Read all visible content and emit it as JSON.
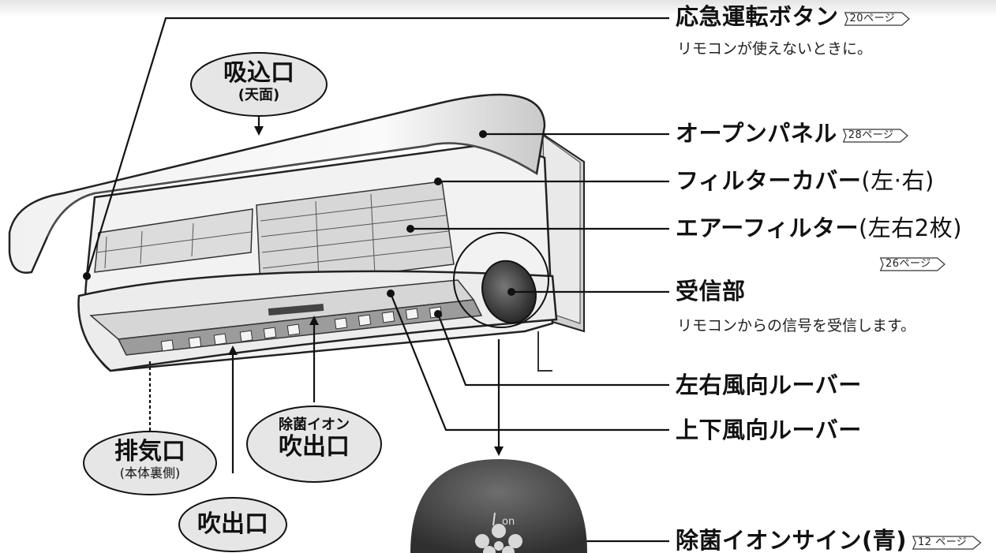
{
  "labels": {
    "emergency_button": {
      "text": "応急運転ボタン",
      "page_ref": "20ページ",
      "note": "リモコンが使えないときに。"
    },
    "open_panel": {
      "text": "オープンパネル",
      "page_ref": "28ページ"
    },
    "filter_cover": {
      "text": "フィルターカバー",
      "suffix": "(左·右)"
    },
    "air_filter": {
      "text": "エアーフィルター",
      "suffix": "(左右2枚)",
      "page_ref": "26ページ"
    },
    "receiver": {
      "text": "受信部",
      "note": "リモコンからの信号を受信します。"
    },
    "lr_louver": {
      "text": "左右風向ルーバー"
    },
    "ud_louver": {
      "text": "上下風向ルーバー"
    },
    "ion_sign": {
      "text": "除菌イオンサイン(青)",
      "page_ref": "12 ページ"
    }
  },
  "bubbles": {
    "intake": {
      "title": "吸込口",
      "sub": "(天面)"
    },
    "exhaust": {
      "title": "排気口",
      "sub": "(本体裏側)"
    },
    "ion_outlet": {
      "top": "除菌イオン",
      "title": "吹出口"
    },
    "outlet": {
      "title": "吹出口"
    }
  },
  "sign_text": "on",
  "colors": {
    "shell": "#e9e9e9",
    "shade": "#bdbdbd",
    "dark": "#3c3c3c",
    "bubble": "#e6e6e6"
  }
}
